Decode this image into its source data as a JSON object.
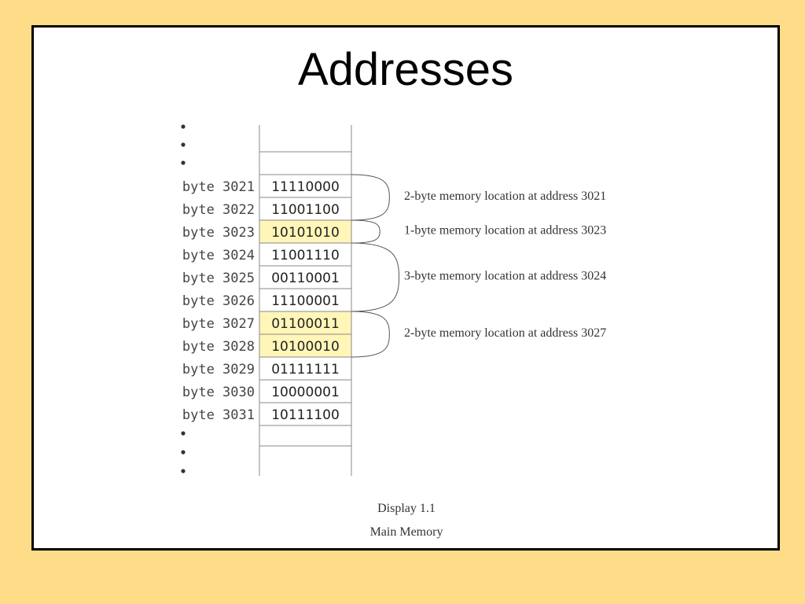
{
  "slide": {
    "title": "Addresses",
    "background_color": "#FFDD88",
    "highlight_color": "#FFF6B8"
  },
  "memory": {
    "cells": [
      {
        "address": "byte 3021",
        "value": "11110000",
        "highlighted": false
      },
      {
        "address": "byte 3022",
        "value": "11001100",
        "highlighted": false
      },
      {
        "address": "byte 3023",
        "value": "10101010",
        "highlighted": true
      },
      {
        "address": "byte 3024",
        "value": "11001110",
        "highlighted": false
      },
      {
        "address": "byte 3025",
        "value": "00110001",
        "highlighted": false
      },
      {
        "address": "byte 3026",
        "value": "11100001",
        "highlighted": false
      },
      {
        "address": "byte 3027",
        "value": "01100011",
        "highlighted": true
      },
      {
        "address": "byte 3028",
        "value": "10100010",
        "highlighted": true
      },
      {
        "address": "byte 3029",
        "value": "01111111",
        "highlighted": false
      },
      {
        "address": "byte 3030",
        "value": "10000001",
        "highlighted": false
      },
      {
        "address": "byte 3031",
        "value": "10111100",
        "highlighted": false
      }
    ],
    "locations": [
      {
        "start_index": 0,
        "size": 2,
        "label": "2-byte memory location at address 3021"
      },
      {
        "start_index": 2,
        "size": 1,
        "label": "1-byte memory location at address 3023"
      },
      {
        "start_index": 3,
        "size": 3,
        "label": "3-byte memory location at address 3024"
      },
      {
        "start_index": 6,
        "size": 2,
        "label": "2-byte memory location at address 3027"
      }
    ]
  },
  "caption": {
    "line1": "Display 1.1",
    "line2": "Main Memory"
  }
}
